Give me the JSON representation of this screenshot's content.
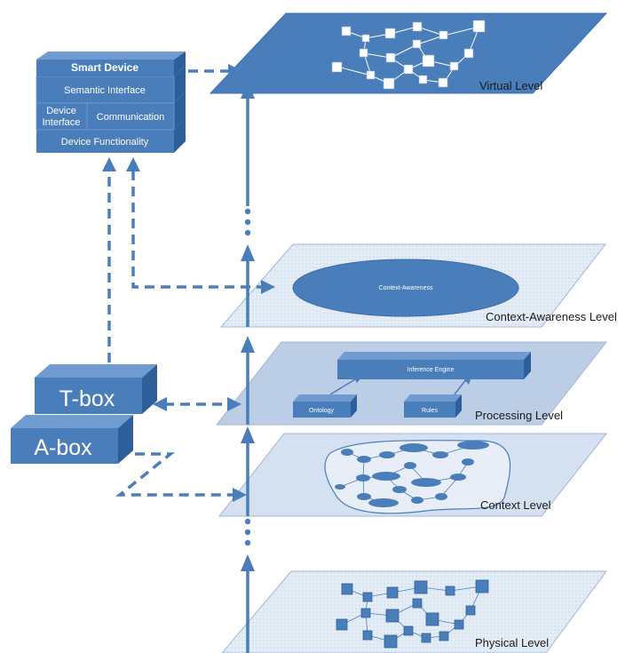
{
  "levels": {
    "virtual": "Virtual Level",
    "context_awareness": "Context-Awareness Level",
    "processing": "Processing Level",
    "context": "Context Level",
    "physical": "Physical Level"
  },
  "context_awareness_ellipse": "Context-Awareness",
  "processing": {
    "inference_engine": "Inference Engine",
    "ontology": "Ontology",
    "rules": "Rules"
  },
  "smart_device": {
    "title": "Smart Device",
    "semantic_interface": "Semantic Interface",
    "device_interface_line1": "Device",
    "device_interface_line2": "Interface",
    "communication": "Communication",
    "device_functionality": "Device Functionality"
  },
  "boxes": {
    "tbox": "T-box",
    "abox": "A-box"
  },
  "colors": {
    "primary_blue": "#4a7ebb",
    "dark_blue": "#2f5f98",
    "light_plane": "#dce6f2",
    "arrow": "#4a7ebb"
  }
}
